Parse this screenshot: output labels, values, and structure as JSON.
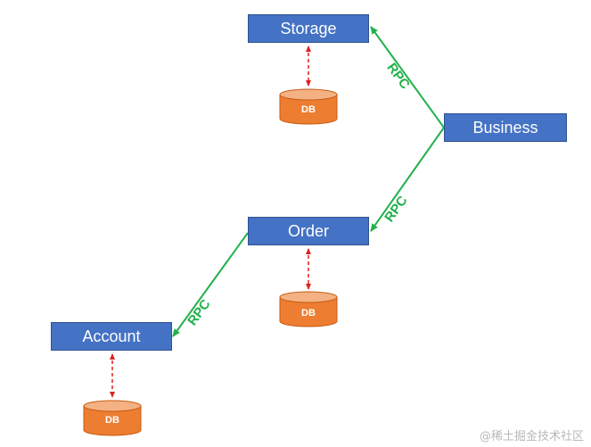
{
  "services": {
    "storage": "Storage",
    "business": "Business",
    "order": "Order",
    "account": "Account"
  },
  "edges": {
    "business_to_storage": "RPC",
    "business_to_order": "RPC",
    "order_to_account": "RPC"
  },
  "databases": {
    "storage_db": "DB",
    "order_db": "DB",
    "account_db": "DB"
  },
  "colors": {
    "service_fill": "#4472c4",
    "db_fill": "#ed7d31",
    "rpc_arrow": "#22b14c",
    "db_link": "#e02020"
  },
  "watermark": "@稀土掘金技术社区"
}
